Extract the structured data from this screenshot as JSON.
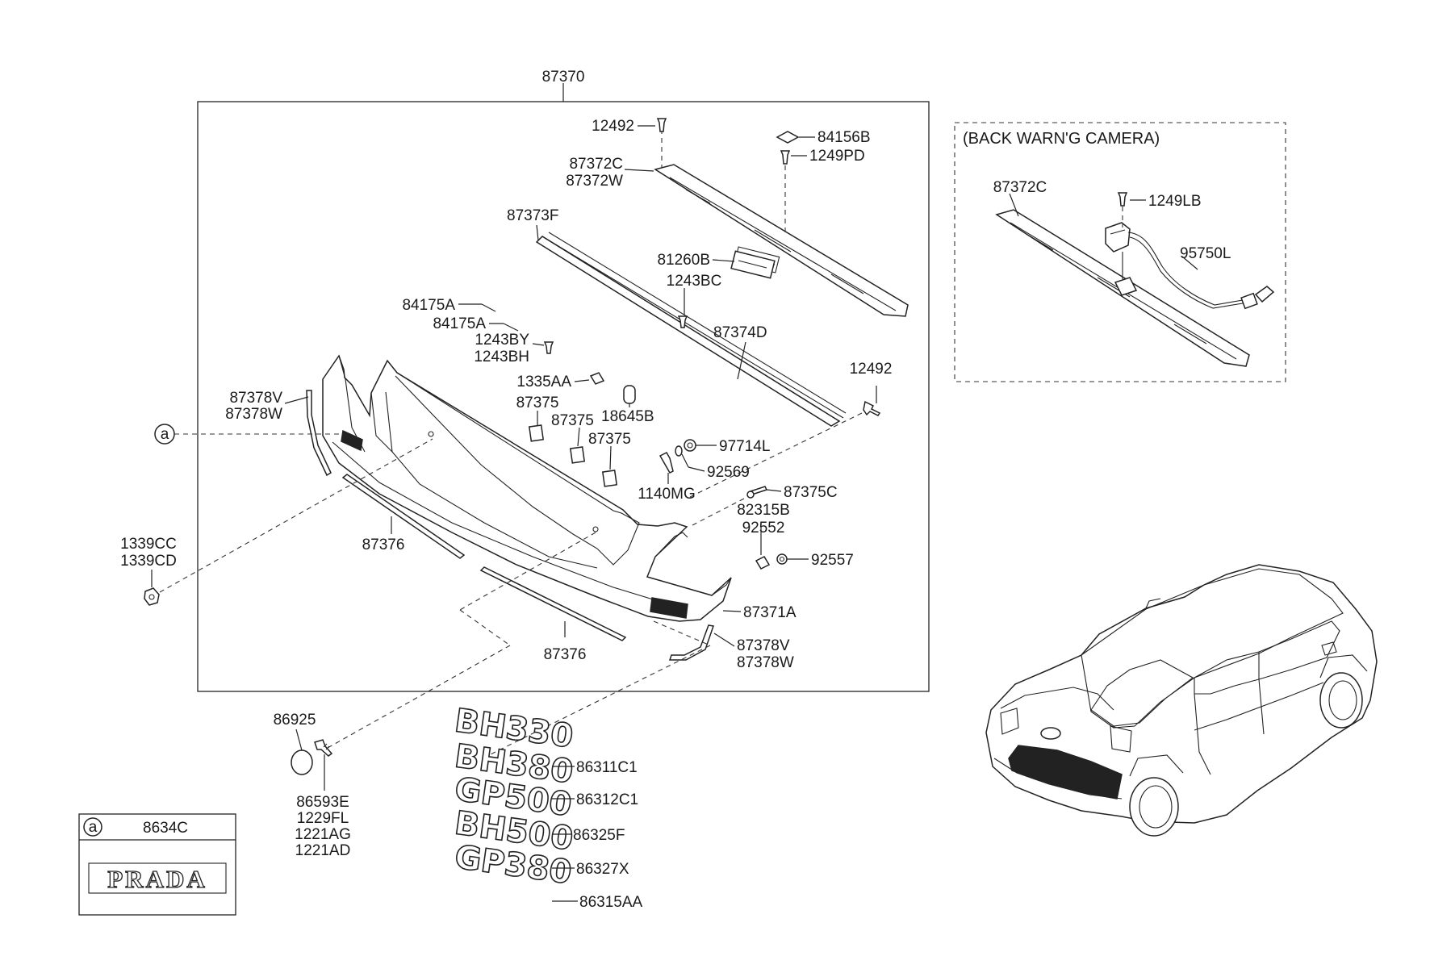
{
  "assembly": {
    "label": "87370"
  },
  "camera_section": {
    "title": "(BACK WARN'G CAMERA)",
    "parts": [
      "87372C",
      "1249LB",
      "95750L"
    ]
  },
  "callouts": {
    "c12492_top": "12492",
    "c84156B": "84156B",
    "c87372C": "87372C",
    "c1249PD": "1249PD",
    "c87372W": "87372W",
    "c87373F": "87373F",
    "c81260B": "81260B",
    "c1243BC": "1243BC",
    "c84175A_1": "84175A",
    "c84175A_2": "84175A",
    "c87374D": "87374D",
    "c1243BY": "1243BY",
    "c1243BH": "1243BH",
    "c12492_right": "12492",
    "c1335AA": "1335AA",
    "c87378V_left": "87378V",
    "c87378W_left": "87378W",
    "c87375_1": "87375",
    "c87375_2": "87375",
    "c18645B": "18645B",
    "c87375_3": "87375",
    "c97714L": "97714L",
    "c92569": "92569",
    "c1140MG": "1140MG",
    "c87375C": "87375C",
    "c82315B": "82315B",
    "c92552": "92552",
    "c92557": "92557",
    "c1339CC": "1339CC",
    "c1339CD": "1339CD",
    "c87376_left": "87376",
    "c87371A": "87371A",
    "c87378V_right": "87378V",
    "c87378W_right": "87378W",
    "c87376_bottom": "87376",
    "c86925": "86925",
    "c86593E": "86593E",
    "c1229FL": "1229FL",
    "c1221AG": "1221AG",
    "c1221AD": "1221AD",
    "c86311C1": "86311C1",
    "c86312C1": "86312C1",
    "c86325F": "86325F",
    "c86327X": "86327X",
    "c86315AA": "86315AA"
  },
  "ref_marker": "a",
  "emblems": [
    "BH330",
    "BH380",
    "GP500",
    "BH500",
    "GP380"
  ],
  "legend": {
    "marker": "a",
    "part_no": "8634C",
    "emblem_text": "PRADA"
  }
}
